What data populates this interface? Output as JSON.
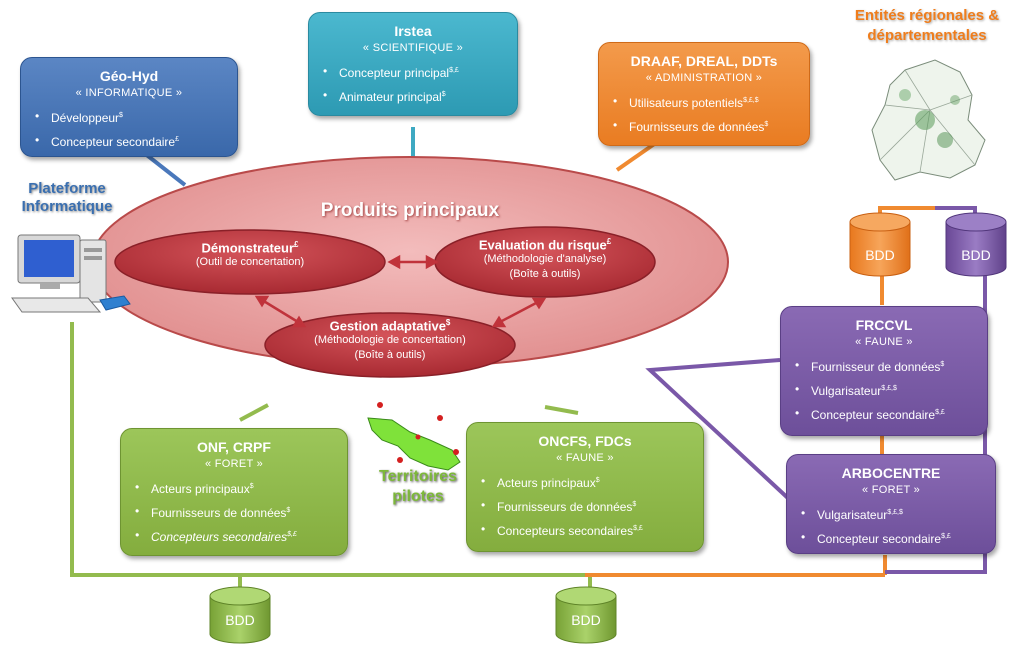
{
  "actors": {
    "geohyd": {
      "title": "Géo-Hyd",
      "category": "« INFORMATIQUE »",
      "items": [
        "Développeur",
        "Concepteur secondaire"
      ],
      "marks": [
        "$",
        "£"
      ]
    },
    "irstea": {
      "title": "Irstea",
      "category": "« SCIENTIFIQUE »",
      "items": [
        "Concepteur principal",
        "Animateur principal"
      ],
      "marks": [
        "$,£",
        "$"
      ]
    },
    "draaf": {
      "title": "DRAAF, DREAL, DDTs",
      "category": "« ADMINISTRATION »",
      "items": [
        "Utilisateurs potentiels",
        "Fournisseurs de données"
      ],
      "marks": [
        "$,£,$",
        "$"
      ]
    },
    "frccvl": {
      "title": "FRCCVL",
      "category": "« FAUNE »",
      "items": [
        "Fournisseur de données",
        "Vulgarisateur",
        "Concepteur secondaire"
      ],
      "marks": [
        "$",
        "$,£,$",
        "$,£"
      ]
    },
    "arbocentre": {
      "title": "ARBOCENTRE",
      "category": "« FORET »",
      "items": [
        "Vulgarisateur",
        "Concepteur secondaire"
      ],
      "marks": [
        "$,£,$",
        "$,£"
      ]
    },
    "onf": {
      "title": "ONF, CRPF",
      "category": "« FORET »",
      "items": [
        "Acteurs principaux",
        "Fournisseurs de données",
        "Concepteurs secondaires"
      ],
      "marks": [
        "$",
        "$",
        "$,£"
      ]
    },
    "oncfs": {
      "title": "ONCFS, FDCs",
      "category": "« FAUNE »",
      "items": [
        "Acteurs principaux",
        "Fournisseurs de données",
        "Concepteurs secondaires"
      ],
      "marks": [
        "$",
        "$",
        "$,£"
      ]
    }
  },
  "products": {
    "title": "Produits principaux",
    "demo": {
      "title": "Démonstrateur",
      "mark": "£",
      "lines": [
        "(Outil de concertation)"
      ]
    },
    "risk": {
      "title": "Evaluation du risque",
      "mark": "£",
      "lines": [
        "(Méthodologie d'analyse)",
        "(Boîte à outils)"
      ]
    },
    "gestion": {
      "title": "Gestion adaptative",
      "mark": "$",
      "lines": [
        "(Méthodologie de concertation)",
        "(Boîte à outils)"
      ]
    }
  },
  "labels": {
    "platform": [
      "Plateforme",
      "Informatique"
    ],
    "regional": [
      "Entités régionales &",
      "départementales"
    ],
    "territories": [
      "Territoires",
      "pilotes"
    ],
    "bdd": "BDD"
  },
  "colors": {
    "blue": "#3a68aa",
    "teal": "#2d9ab3",
    "orange": "#e97c22",
    "purple": "#6d4f9a",
    "green": "#8ab548",
    "red_ellipse": "#e8a0a0",
    "dark_red": "#b8323a"
  }
}
